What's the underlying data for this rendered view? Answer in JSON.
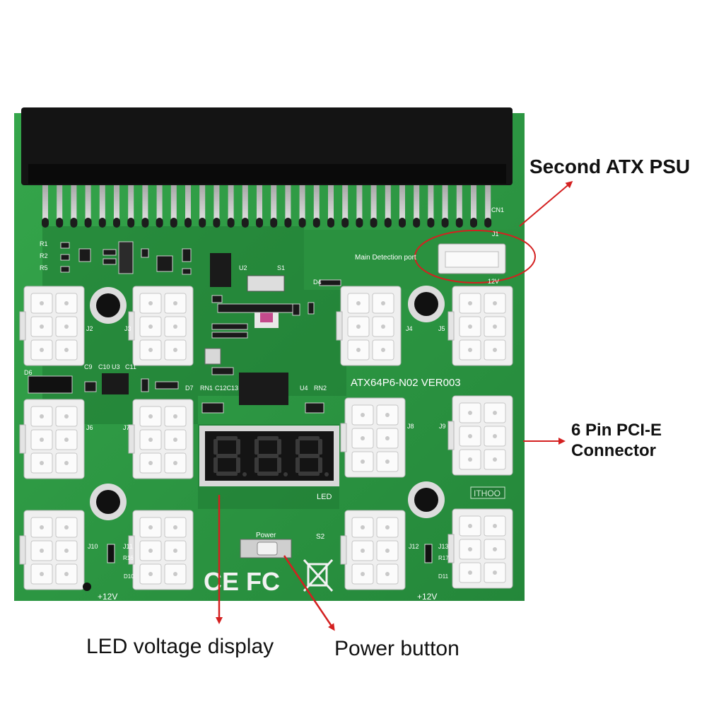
{
  "callouts": {
    "second_psu": "Second ATX PSU",
    "pcie_line1": "6 Pin PCI-E",
    "pcie_line2": "Connector",
    "led_display": "LED voltage display",
    "power_button": "Power button"
  },
  "board": {
    "model": "ATX64P6-N02 VER003",
    "main_detection": "Main Detection port",
    "led_label": "LED",
    "power_label": "Power",
    "brand_mark": "ITHOO",
    "cn1": "CN1",
    "j1": "J1",
    "twelve_v_top": "12V",
    "twelve_v_left": "+12V",
    "twelve_v_right": "+12V",
    "s1": "S1",
    "s2": "S2",
    "u2": "U2",
    "u3": "U3",
    "u4": "U4",
    "rn1": "RN1",
    "rn2": "RN2",
    "c9": "C9",
    "c10": "C10",
    "c11": "C11",
    "c12c13": "C12C13",
    "d4": "D4",
    "d6": "D6",
    "d7": "D7",
    "d10": "D10",
    "d11": "D11",
    "r16": "R16",
    "r17": "R17",
    "r1": "R1",
    "r2": "R2",
    "r5": "R5",
    "connectors": {
      "j2": "J2",
      "j3": "J3",
      "j4": "J4",
      "j5": "J5",
      "j6": "J6",
      "j7": "J7",
      "j8": "J8",
      "j9": "J9",
      "j10": "J10",
      "j11": "J11",
      "j12": "J12",
      "j13": "J13"
    },
    "display_digits": "8.8.8"
  },
  "colors": {
    "pcb": "#2f9a44",
    "pcb_dark": "#1f7a33",
    "slot": "#141414",
    "arrow": "#d42020",
    "connector": "#efefef"
  }
}
